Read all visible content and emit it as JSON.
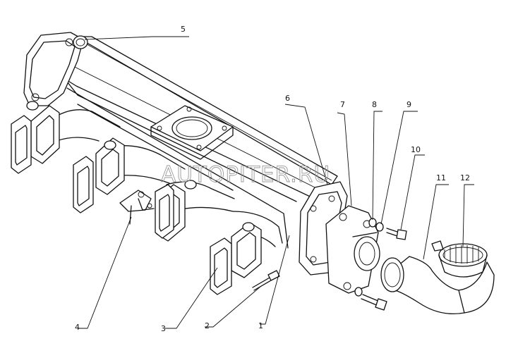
{
  "watermark": "AUTOPITER.RU",
  "callouts": [
    {
      "id": "1",
      "label": "1"
    },
    {
      "id": "2",
      "label": "2"
    },
    {
      "id": "3",
      "label": "3"
    },
    {
      "id": "4",
      "label": "4"
    },
    {
      "id": "5",
      "label": "5"
    },
    {
      "id": "6",
      "label": "6"
    },
    {
      "id": "7",
      "label": "7"
    },
    {
      "id": "8",
      "label": "8"
    },
    {
      "id": "9",
      "label": "9"
    },
    {
      "id": "10",
      "label": "10"
    },
    {
      "id": "11",
      "label": "11"
    },
    {
      "id": "12",
      "label": "12"
    }
  ]
}
